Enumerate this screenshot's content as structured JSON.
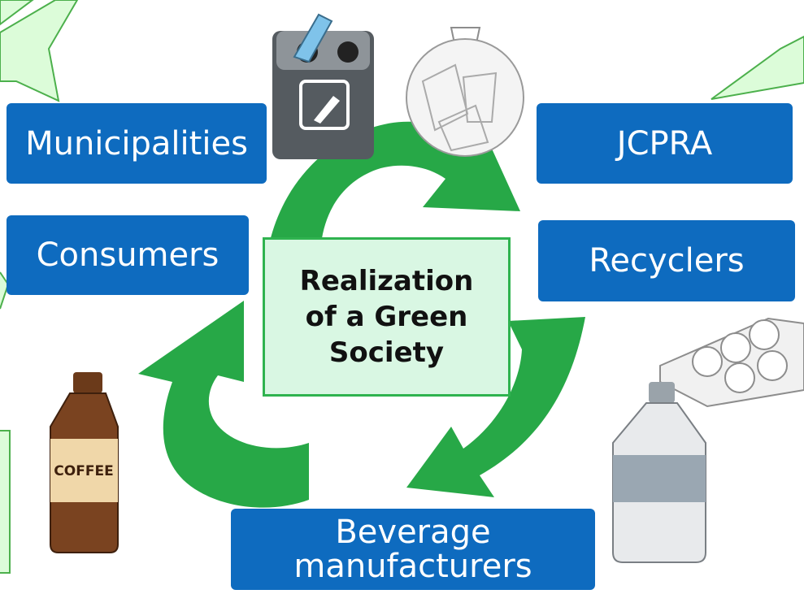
{
  "center": {
    "line1": "Realization",
    "line2": "of a Green",
    "line3": "Society"
  },
  "stakeholders": {
    "municipalities": "Municipalities",
    "jcpra": "JCPRA",
    "consumers": "Consumers",
    "recyclers": "Recyclers",
    "beverage_line1": "Beverage",
    "beverage_line2": "manufacturers"
  },
  "illustrations": {
    "coffee_label": "COFFEE"
  },
  "colors": {
    "box_blue": "#0e6bbf",
    "arrow_green": "#27a847",
    "center_fill": "#d9f7e3",
    "center_border": "#2fb34f",
    "bubble_fill": "#dcfcd9",
    "bubble_border": "#4cb04c"
  }
}
